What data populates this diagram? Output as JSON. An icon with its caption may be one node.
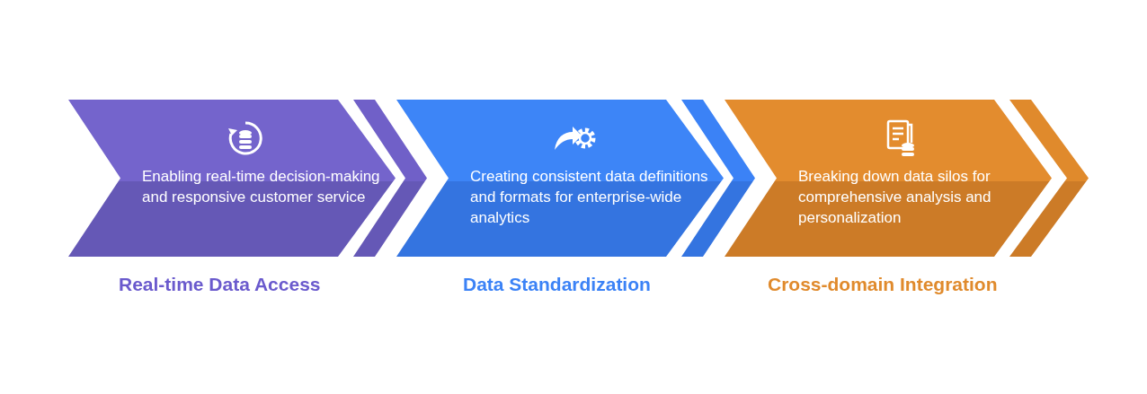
{
  "diagram": {
    "nodes": [
      {
        "text": [
          "Enabling real-time decision-making and responsive customer service",
          "Real-time Data Access"
        ]
      },
      {
        "text": [
          "Creating consistent data definitions and formats for enterprise-wide analytics",
          "Data Standardization"
        ]
      },
      {
        "text": [
          "Breaking down data silos for comprehensive analysis and personalization",
          "Cross-domain Integration"
        ]
      }
    ],
    "edges": [
      {
        "from": 0,
        "to": 1,
        "arrow": "to",
        "color": "#7060c8"
      },
      {
        "from": 1,
        "to": 2,
        "arrow": "to",
        "color": "#3b82f6"
      },
      {
        "from": 2,
        "to": null,
        "arrow": "to",
        "color": "#e08a2c"
      }
    ]
  }
}
